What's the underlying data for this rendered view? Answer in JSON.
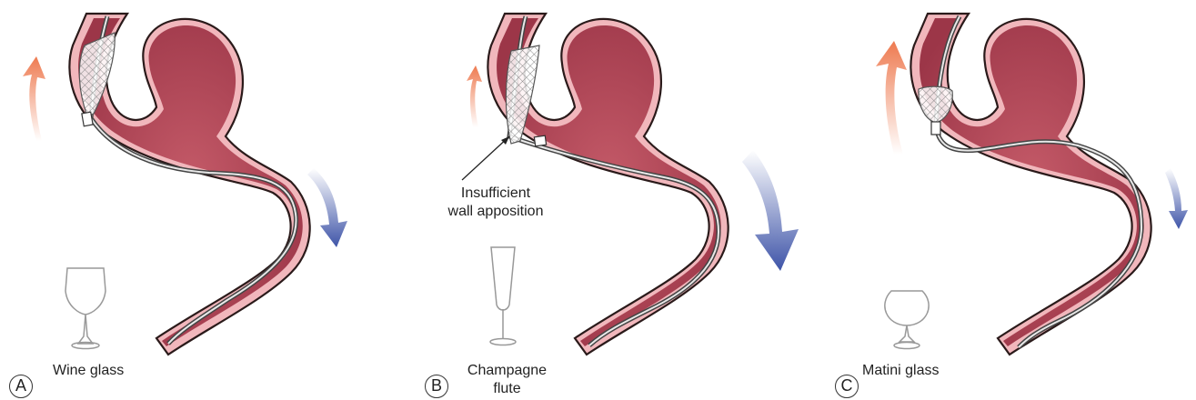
{
  "panels": [
    {
      "letter": "A",
      "glass_label": "Wine glass",
      "glass_icon": "wine-glass-icon"
    },
    {
      "letter": "B",
      "glass_label_line1": "Champagne",
      "glass_label_line2": "flute",
      "glass_icon": "champagne-flute-icon",
      "annotation_line1": "Insufficient",
      "annotation_line2": "wall apposition"
    },
    {
      "letter": "C",
      "glass_label": "Matini glass",
      "glass_icon": "martini-glass-icon"
    }
  ],
  "colors": {
    "vessel_fill": "#b84a5a",
    "vessel_outline": "#2a1a1a",
    "vessel_wall": "#e8a9ae",
    "catheter": "#555555",
    "arrow_up": "#ee7a50",
    "arrow_down": "#3e54a8"
  }
}
